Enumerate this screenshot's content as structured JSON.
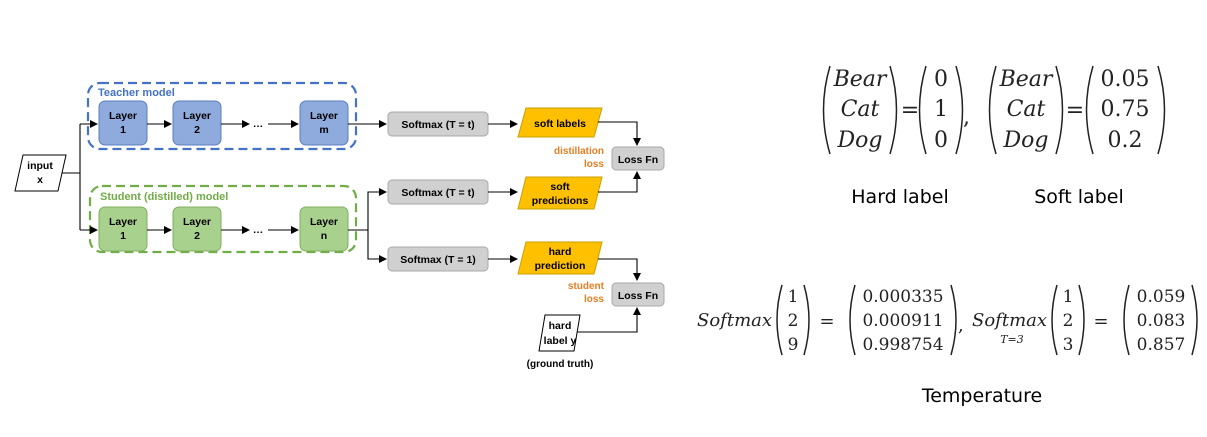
{
  "diagram": {
    "input": [
      "input",
      "x"
    ],
    "teacher": {
      "title": "Teacher model",
      "layers": [
        [
          "Layer",
          "1"
        ],
        [
          "Layer",
          "2"
        ],
        [
          "Layer",
          "m"
        ]
      ],
      "ellipsis": "…",
      "color": "#4472c4"
    },
    "student": {
      "title": "Student (distilled) model",
      "layers": [
        [
          "Layer",
          "1"
        ],
        [
          "Layer",
          "2"
        ],
        [
          "Layer",
          "n"
        ]
      ],
      "ellipsis": "…",
      "color": "#70ad47"
    },
    "softmax": {
      "teacher": "Softmax (T = t)",
      "student_soft": "Softmax (T = t)",
      "student_hard": "Softmax (T = 1)"
    },
    "outputs": {
      "soft_labels": [
        "soft labels"
      ],
      "soft_predictions": [
        "soft",
        "predictions"
      ],
      "hard_prediction": [
        "hard",
        "prediction"
      ]
    },
    "losses": {
      "distillation": [
        "distillation",
        "loss"
      ],
      "student": [
        "student",
        "loss"
      ],
      "fn_top": "Loss Fn",
      "fn_bottom": "Loss Fn"
    },
    "hard_label": [
      "hard",
      "label y"
    ],
    "ground_truth": "(ground truth)",
    "colors": {
      "teacher_layer": "#8faadc",
      "student_layer": "#a9d18e",
      "softmax": "#d0d0d0",
      "output": "#ffc000",
      "loss_text": "#e67e22"
    }
  },
  "labels": {
    "keys": [
      "Bear",
      "Cat",
      "Dog"
    ],
    "hard_values": [
      "0",
      "1",
      "0"
    ],
    "soft_values": [
      "0.05",
      "0.75",
      "0.2"
    ],
    "equals": "=",
    "comma": ",",
    "hard_title": "Hard label",
    "soft_title": "Soft label"
  },
  "temperature": {
    "func": "Softmax",
    "subscript": "T=3",
    "input": [
      "1",
      "2",
      "9"
    ],
    "output1": [
      "0.000335",
      "0.000911",
      "0.998754"
    ],
    "input2": [
      "1",
      "2",
      "3"
    ],
    "output2": [
      "0.059",
      "0.083",
      "0.857"
    ],
    "equals": "=",
    "comma": ",",
    "title": "Temperature"
  }
}
